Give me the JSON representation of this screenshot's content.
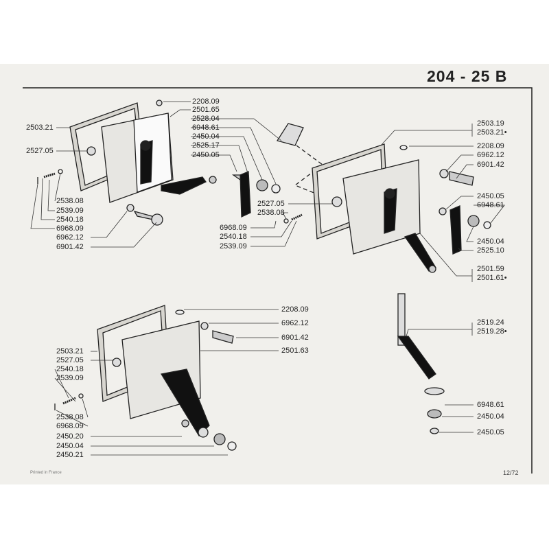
{
  "header": {
    "title": "204 - 25 B"
  },
  "footer": {
    "printed": "Printed in France",
    "page": "12/72"
  },
  "group_top_left": {
    "right_labels": [
      "2208.09",
      "2501.65",
      "2528.04",
      "6948.61",
      "2450.04",
      "2525.17",
      "2450.05"
    ],
    "left_labels": [
      "2503.21",
      "2527.05"
    ],
    "bottom_labels": [
      "2538.08",
      "2539.09",
      "2540.18",
      "6968.09",
      "6962.12",
      "6901.42"
    ]
  },
  "group_middle": {
    "labels": [
      "2527.05",
      "2538.08",
      "6968.09",
      "2540.18",
      "2539.09"
    ]
  },
  "group_top_right": {
    "labels": [
      "2503.19",
      "2503.21•",
      "2208.09",
      "6962.12",
      "6901.42",
      "2450.05",
      "6948.61",
      "2450.04",
      "2525.10",
      "2501.59",
      "2501.61•"
    ]
  },
  "group_bottom_left": {
    "right_labels": [
      "2208.09",
      "6962.12",
      "6901.42",
      "2501.63"
    ],
    "left_labels": [
      "2503.21",
      "2527.05",
      "2540.18",
      "2539.09",
      "2538.08",
      "6968.09",
      "2450.20",
      "2450.04",
      "2450.21"
    ]
  },
  "group_bottom_right": {
    "labels": [
      "2519.24",
      "2519.28•",
      "6948.61",
      "2450.04",
      "2450.05"
    ]
  }
}
